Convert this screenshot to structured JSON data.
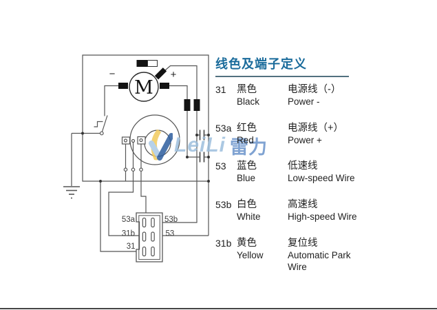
{
  "legend": {
    "title": "线色及端子定义",
    "rows": [
      {
        "code": "31",
        "color_cn": "黑色",
        "color_en": "Black",
        "func_cn": "电源线（-）",
        "func_en": "Power -"
      },
      {
        "code": "53a",
        "color_cn": "红色",
        "color_en": "Red",
        "func_cn": "电源线（+）",
        "func_en": "Power +"
      },
      {
        "code": "53",
        "color_cn": "蓝色",
        "color_en": "Blue",
        "func_cn": "低速线",
        "func_en": "Low-speed Wire"
      },
      {
        "code": "53b",
        "color_cn": "白色",
        "color_en": "White",
        "func_cn": "高速线",
        "func_en": "High-speed Wire"
      },
      {
        "code": "31b",
        "color_cn": "黄色",
        "color_en": "Yellow",
        "func_cn": "复位线",
        "func_en": "Automatic Park Wire"
      }
    ]
  },
  "diagram": {
    "motor_label": "M",
    "minus_sign": "−",
    "plus_sign": "+",
    "connector_pins": {
      "top_left": "53a",
      "top_right": "53b",
      "mid_left": "31b",
      "mid_right": "53",
      "bottom_left": "31"
    }
  },
  "watermark": {
    "text_en": "LeiLi",
    "text_cn": "雷力"
  },
  "colors": {
    "title_blue": "#1a6b9b",
    "wire_gray": "#555555",
    "logo_yellow": "#f2cb5e",
    "logo_blue": "#2d5d9e",
    "watermark_light_blue": "#9dbfdd",
    "watermark_cn_blue": "#6b94cb"
  }
}
